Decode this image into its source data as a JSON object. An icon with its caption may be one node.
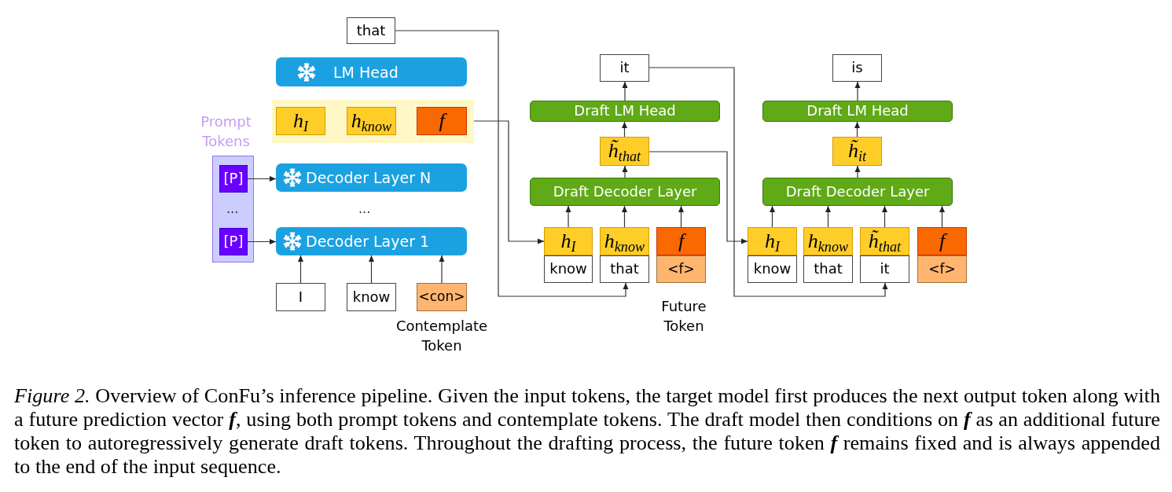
{
  "diagram": {
    "nodes": [
      {
        "text": [
          "that"
        ]
      },
      {
        "text": [
          "LM Head"
        ]
      },
      {
        "text": [],
        "shape": "box"
      },
      {
        "text": [
          "h$_{I}$"
        ],
        "in": 2
      },
      {
        "text": [
          "h$_{know}$"
        ],
        "in": 2
      },
      {
        "text": [
          "f"
        ],
        "in": 2
      },
      {
        "text": [
          "Prompt Tokens"
        ]
      },
      {
        "text": [
          "[P]"
        ],
        "in": 6
      },
      {
        "text": [
          "[P]"
        ],
        "in": 6
      },
      {
        "text": [
          "Decoder Layer N"
        ]
      },
      {
        "text": [
          "Decoder Layer 1"
        ]
      },
      {
        "text": [
          "I"
        ]
      },
      {
        "text": [
          "know"
        ]
      },
      {
        "text": [
          "<con>"
        ],
        "beside": [
          "Contemplate Token"
        ]
      },
      {
        "text": [
          "it"
        ]
      },
      {
        "text": [
          "Draft LM Head"
        ]
      },
      {
        "text": [
          "h̃$_{that}$"
        ]
      },
      {
        "text": [
          "Draft Decoder Layer"
        ]
      },
      {
        "text": [
          "h$_{I}$"
        ]
      },
      {
        "text": [
          "h$_{know}$"
        ]
      },
      {
        "text": [
          "f"
        ]
      },
      {
        "text": [
          "know"
        ]
      },
      {
        "text": [
          "that"
        ]
      },
      {
        "text": [
          "<f>"
        ],
        "beside": [
          "Future Token"
        ]
      },
      {
        "text": [
          "is"
        ]
      },
      {
        "text": [
          "Draft LM Head"
        ]
      },
      {
        "text": [
          "h̃$_{it}$"
        ]
      },
      {
        "text": [
          "Draft Decoder Layer"
        ]
      },
      {
        "text": [
          "h$_{I}$"
        ]
      },
      {
        "text": [
          "h$_{know}$"
        ]
      },
      {
        "text": [
          "h̃$_{that}$"
        ]
      },
      {
        "text": [
          "f"
        ]
      },
      {
        "text": [
          "know"
        ]
      },
      {
        "text": [
          "that"
        ]
      },
      {
        "text": [
          "it"
        ]
      },
      {
        "text": [
          "<f>"
        ]
      }
    ],
    "edges": [
      {
        "from": 11,
        "to": 10,
        "arrow": "to"
      },
      {
        "from": 12,
        "to": 10,
        "arrow": "to"
      },
      {
        "from": 13,
        "to": 10,
        "arrow": "to"
      },
      {
        "from": 7,
        "to": 9,
        "arrow": "to"
      },
      {
        "from": 8,
        "to": 10,
        "arrow": "to"
      },
      {
        "from": 0,
        "to": 22,
        "arrow": "to"
      },
      {
        "from": 2,
        "to": 18,
        "arrow": "to"
      },
      {
        "from": 18,
        "to": 17,
        "arrow": "to"
      },
      {
        "from": 19,
        "to": 17,
        "arrow": "to"
      },
      {
        "from": 20,
        "to": 17,
        "arrow": "to"
      },
      {
        "from": 17,
        "to": 16,
        "arrow": "to"
      },
      {
        "from": 16,
        "to": 15,
        "arrow": "to"
      },
      {
        "from": 15,
        "to": 14,
        "arrow": "to"
      },
      {
        "from": 14,
        "to": 34,
        "arrow": "to"
      },
      {
        "from": 16,
        "to": 28,
        "arrow": "to"
      },
      {
        "from": 28,
        "to": 27,
        "arrow": "to"
      },
      {
        "from": 29,
        "to": 27,
        "arrow": "to"
      },
      {
        "from": 30,
        "to": 27,
        "arrow": "to"
      },
      {
        "from": 31,
        "to": 27,
        "arrow": "to"
      },
      {
        "from": 27,
        "to": 26,
        "arrow": "to"
      },
      {
        "from": 26,
        "to": 25,
        "arrow": "to"
      },
      {
        "from": 25,
        "to": 24,
        "arrow": "to"
      }
    ],
    "labels": [
      "...",
      "..."
    ],
    "caption": "*Figure 2.* Overview of ConFu’s inference pipeline. Given the input tokens, the target model first produces the next output token along with a future prediction vector **f**, using both prompt tokens and contemplate tokens. The draft model then conditions on **f** as an additional future token to autoregressively generate draft tokens. Throughout the drafting process, the future token **f** remains fixed and is always appended to the end of the input sequence."
  }
}
